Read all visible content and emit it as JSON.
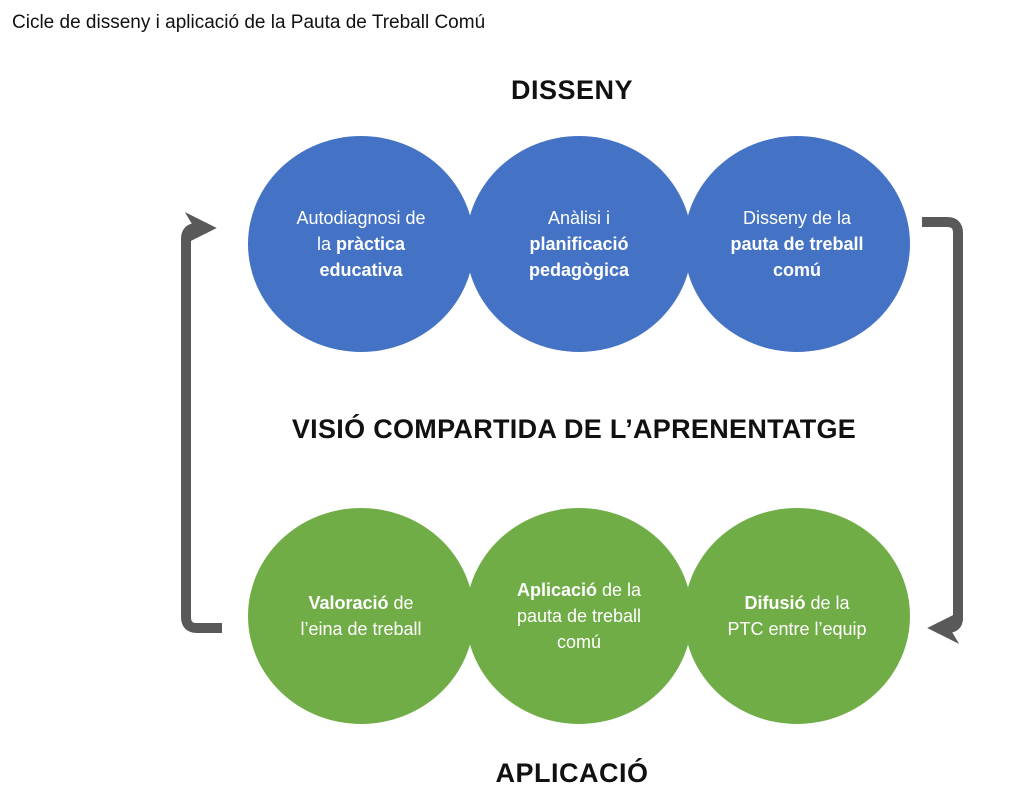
{
  "caption": "Cicle de disseny i aplicació de la Pauta de Treball Comú",
  "headings": {
    "design": "DISSENY",
    "vision": "VISIÓ COMPARTIDA DE L’APRENENTATGE",
    "application": "APLICACIÓ"
  },
  "colors": {
    "design_circle": "#4472c4",
    "application_circle": "#70ad47",
    "arrow": "#595959"
  },
  "design_steps": [
    {
      "plain1": "Autodiagnosi de la ",
      "bold": "pràctica educativa",
      "plain2": ""
    },
    {
      "plain1": "Anàlisi i ",
      "bold": "planificació pedagògica",
      "plain2": ""
    },
    {
      "plain1": "Disseny de la ",
      "bold": "pauta de treball comú",
      "plain2": ""
    }
  ],
  "application_steps": [
    {
      "plain1": "",
      "bold": "Valoració",
      "plain2": " de l’eina de treball"
    },
    {
      "plain1": "",
      "bold": "Aplicació",
      "plain2": " de la pauta de treball comú"
    },
    {
      "plain1": "",
      "bold": "Difusió",
      "plain2": " de la PTC entre l’equip"
    }
  ]
}
